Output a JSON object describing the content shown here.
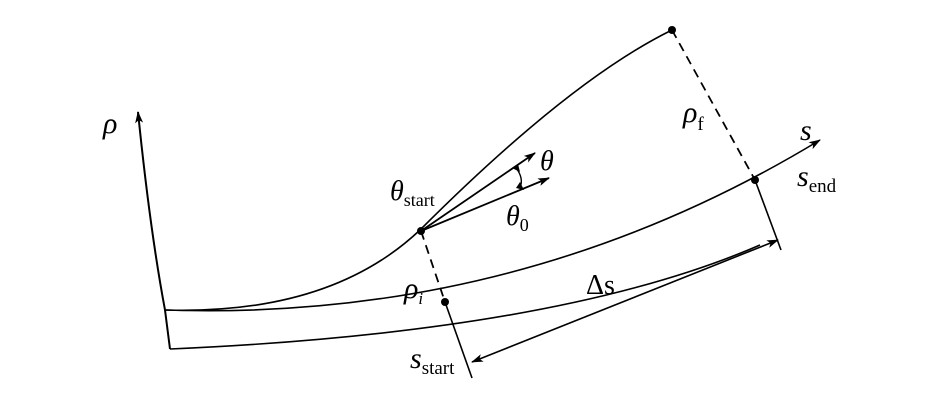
{
  "labels": {
    "rho_axis": "ρ",
    "s_axis": "s",
    "s_end_main": "s",
    "s_end_sub": "end",
    "s_start_main": "s",
    "s_start_sub": "start",
    "theta_start_main": "θ",
    "theta_start_sub": "start",
    "theta": "θ",
    "theta0_main": "θ",
    "theta0_sub": "0",
    "rho_f_main": "ρ",
    "rho_f_sub": "f",
    "rho_i_main": "ρ",
    "rho_i_sub": "i",
    "delta_s": "Δs"
  },
  "colors": {
    "stroke": "#000000",
    "background": "#ffffff"
  }
}
